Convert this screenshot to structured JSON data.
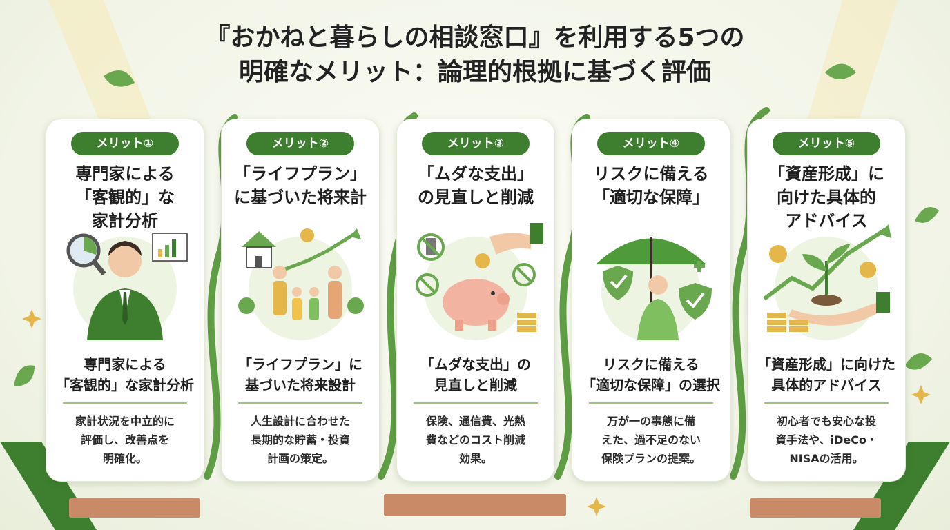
{
  "title_line1": "『おかねと暮らしの相談窓口』を利用する5つの",
  "title_line2": "明確なメリット：論理的根拠に基づく評価",
  "colors": {
    "accent": "#3d7e2f",
    "leaf": "#6aa84f",
    "ribbon": "#c98a68"
  },
  "cards": [
    {
      "badge": "メリット①",
      "heading": [
        "専門家による",
        "「客観的」な",
        "家計分析"
      ],
      "subtitle": [
        "専門家による",
        "「客観的」な家計分析"
      ],
      "description": [
        "家計状況を中立的に",
        "評価し、改善点を",
        "明確化。"
      ],
      "icons": [
        "magnifier-icon",
        "advisor-icon",
        "chart-icon"
      ]
    },
    {
      "badge": "メリット②",
      "heading": [
        "「ライフプラン」",
        "に基づいた将来計"
      ],
      "subtitle": [
        "「ライフプラン」に",
        "基づいた将来設計"
      ],
      "description": [
        "人生設計に合わせた",
        "長期的な貯蓄・投資",
        "計画の策定。"
      ],
      "icons": [
        "house-icon",
        "family-icon",
        "sun-icon",
        "growth-arrow-icon"
      ]
    },
    {
      "badge": "メリット③",
      "heading": [
        "「ムダな支出」",
        "の見直しと削減"
      ],
      "subtitle": [
        "「ムダな支出」の",
        "見直しと削減"
      ],
      "description": [
        "保険、通信費、光熱",
        "費などのコスト削減",
        "効果。"
      ],
      "icons": [
        "piggy-bank-icon",
        "coin-hand-icon",
        "no-phone-icon",
        "coin-stack-icon"
      ]
    },
    {
      "badge": "メリット④",
      "heading": [
        "リスクに備える",
        "「適切な保障」"
      ],
      "subtitle": [
        "リスクに備える",
        "「適切な保障」の選択"
      ],
      "description": [
        "万が一の事態に備",
        "えた、過不足のない",
        "保険プランの提案。"
      ],
      "icons": [
        "umbrella-icon",
        "shield-check-icon",
        "person-icon"
      ]
    },
    {
      "badge": "メリット⑤",
      "heading": [
        "「資産形成」に",
        "向けた具体的",
        "アドバイス"
      ],
      "subtitle": [
        "「資産形成」に向けた",
        "具体的アドバイス"
      ],
      "description": [
        "初心者でも安心な投",
        "資手法や、iDeCo・",
        "NISAの活用。"
      ],
      "icons": [
        "sprout-icon",
        "coin-icon",
        "hand-icon",
        "growth-arrow-icon"
      ]
    }
  ]
}
